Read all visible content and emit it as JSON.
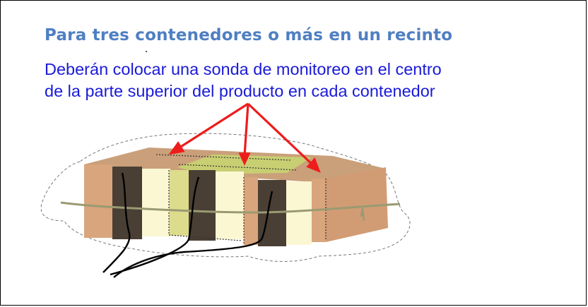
{
  "slide": {
    "title": "Para tres contenedores o más en un recinto",
    "instruction_line1": "Deberán colocar una sonda de monitoreo en el centro",
    "instruction_line2": "de la parte superior del producto en cada contenedor"
  },
  "colors": {
    "title": "#4f7fc2",
    "instruction_text": "#1a1ad8",
    "arrows": "#ee1c1c",
    "container_tan": "#d9a57c",
    "container_dark": "#4a3f34",
    "container_cream": "#fbf7d2",
    "container_green": "#c8cf72",
    "rope": "#9a9a72"
  },
  "figure": {
    "arrow_count": 3,
    "containers": 3,
    "probe_cables": 3
  }
}
